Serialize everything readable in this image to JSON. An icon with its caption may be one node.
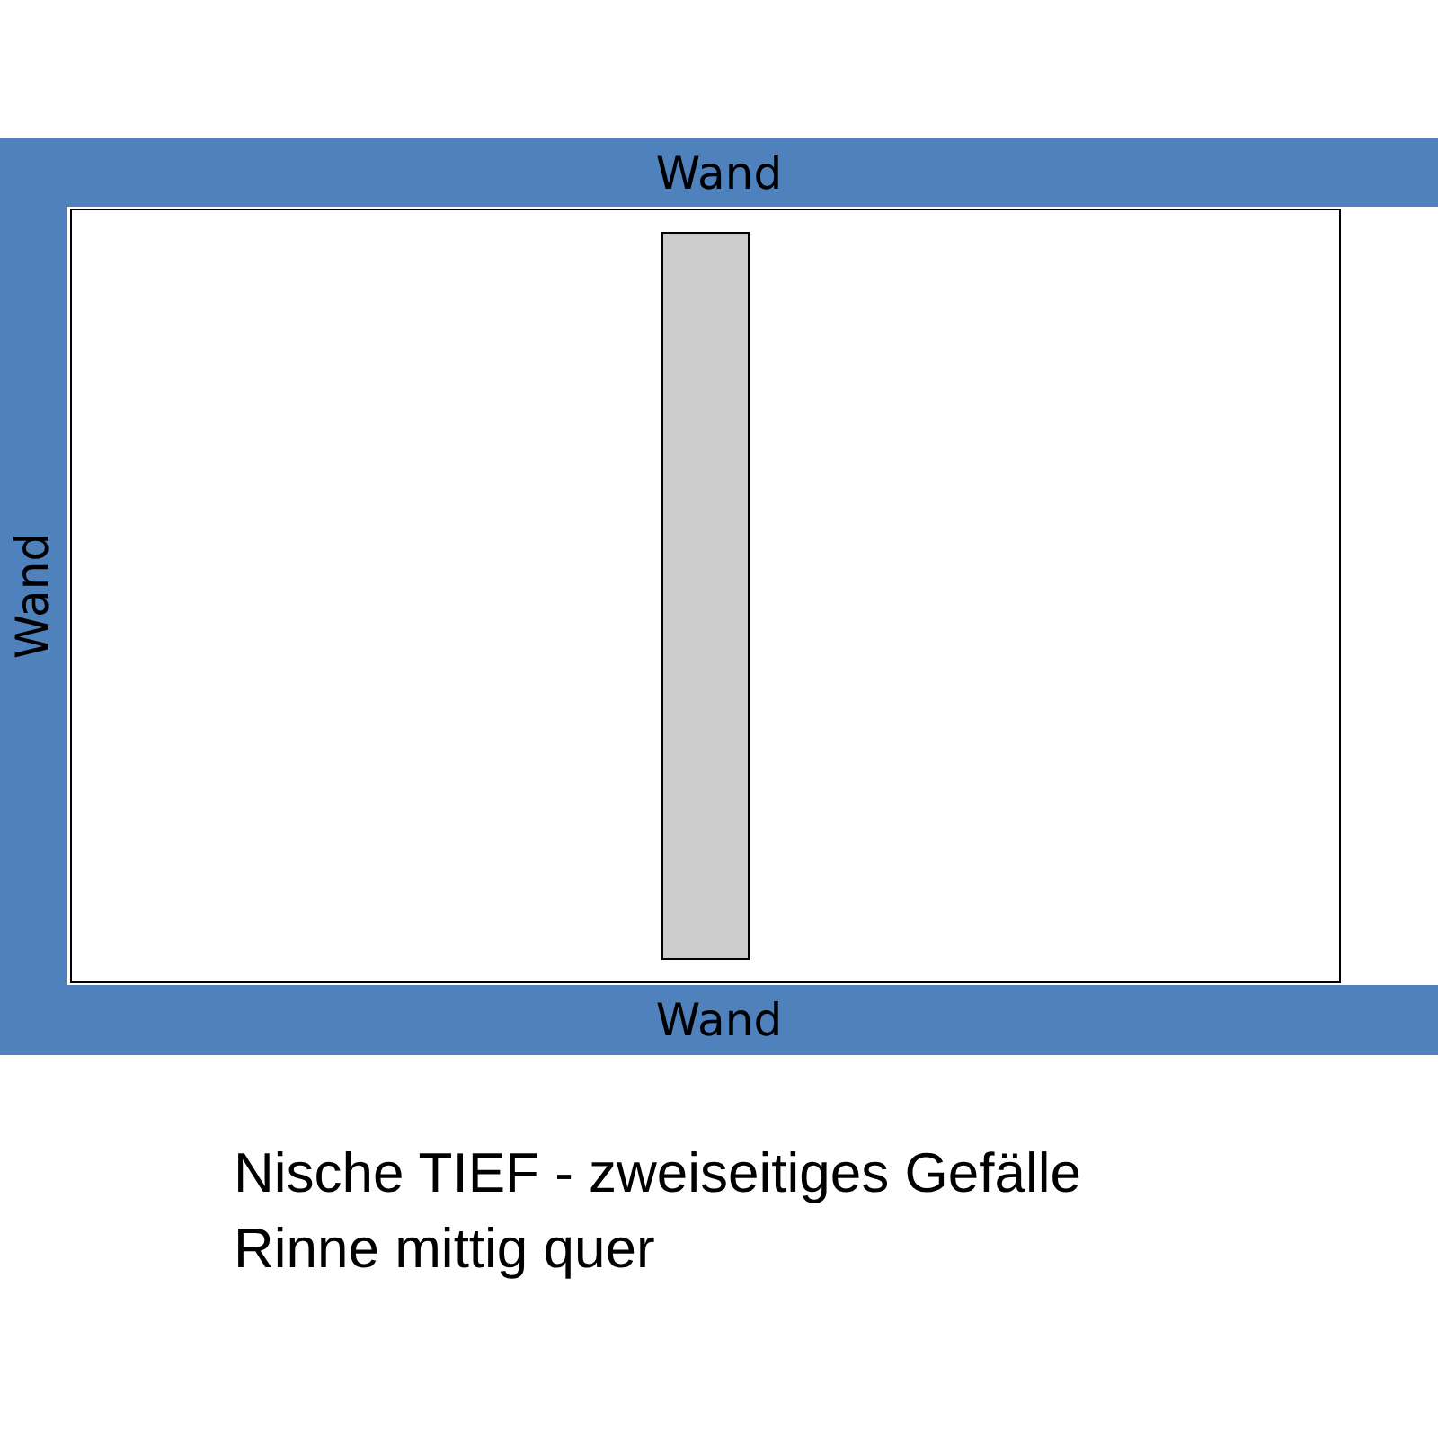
{
  "diagram": {
    "nodes": [
      {
        "text": [
          "Wand"
        ]
      },
      {
        "text": [
          "Wand"
        ]
      },
      {
        "text": [],
        "shape": "box"
      },
      {
        "text": [],
        "shape": "bar",
        "in": 2
      },
      {
        "text": [
          "Wand"
        ]
      }
    ],
    "labels": [
      "Nische TIEF - zweiseitiges Gefälle",
      "Rinne mittig quer"
    ]
  }
}
